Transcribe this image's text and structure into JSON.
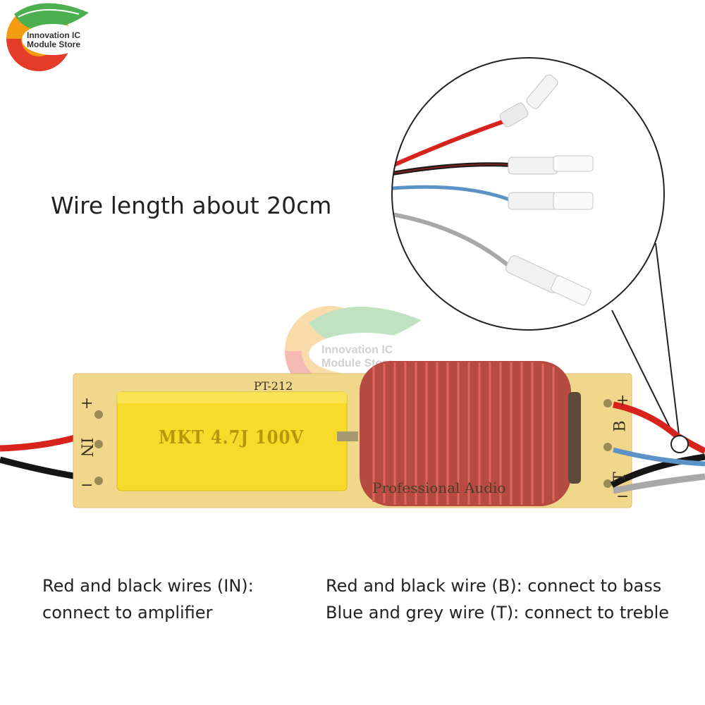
{
  "brand": {
    "name_line1": "Innovation IC",
    "name_line2": "Module Store"
  },
  "headline": "Wire length about 20cm",
  "captions": {
    "left_line1": "Red and black wires (IN):",
    "left_line2": "connect to amplifier",
    "right_line1": "Red and black wire (B): connect to bass",
    "right_line2": "Blue and grey wire (T): connect to treble"
  },
  "board": {
    "capacitor_label": "MKT 4.7J 100V",
    "model_mark": "PT-212",
    "footer_mark": "Professional Audio",
    "in_label": "IN",
    "b_label": "B",
    "t_label": "T",
    "plus": "+",
    "minus": "−"
  },
  "colors": {
    "red_wire": "#d8231c",
    "black_wire": "#1a1a1a",
    "blue_wire": "#5b93c6",
    "grey_wire": "#a8a8a8",
    "pcb": "#f1d78c",
    "capacitor": "#f7db2a",
    "coil_copper": "#b8281c"
  }
}
